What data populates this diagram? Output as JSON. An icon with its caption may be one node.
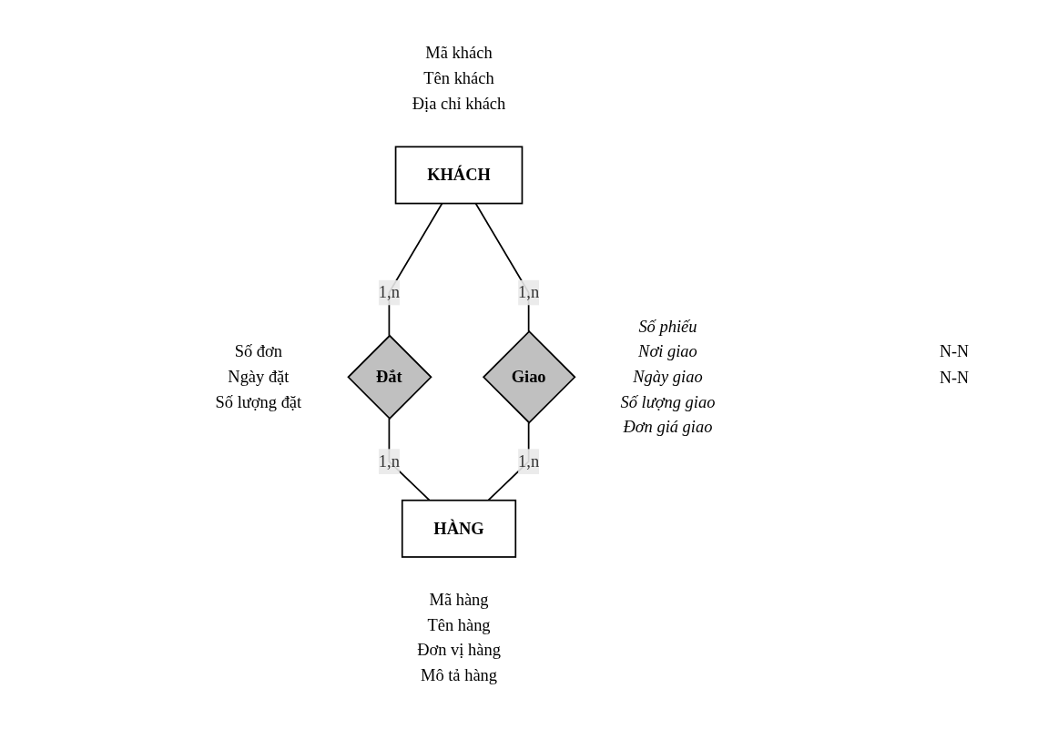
{
  "diagram": {
    "nodes": [
      {
        "text": [
          "KHÁCH"
        ],
        "beside": [
          "Mã khách",
          "Tên khách",
          "Địa chỉ khách"
        ]
      },
      {
        "text": [
          "Đắt"
        ],
        "beside": [
          "Số đơn",
          "Ngày đặt",
          "Số lượng đặt"
        ]
      },
      {
        "text": [
          "Giao"
        ],
        "beside": [
          "Số phiếu",
          "Nơi giao",
          "Ngày giao",
          "Số lượng giao",
          "Đơn giá giao"
        ]
      },
      {
        "text": [
          "HÀNG"
        ],
        "beside": [
          "Mã hàng",
          "Tên hàng",
          "Đơn vị hàng",
          "Mô tả hàng"
        ]
      }
    ],
    "edges": [
      {
        "from": 0,
        "to": 1,
        "arrow": "none",
        "label": "1,n"
      },
      {
        "from": 0,
        "to": 2,
        "arrow": "none",
        "label": "1,n"
      },
      {
        "from": 1,
        "to": 3,
        "arrow": "none",
        "label": "1,n"
      },
      {
        "from": 2,
        "to": 3,
        "arrow": "none",
        "label": "1,n"
      }
    ],
    "labels": [
      "N-N",
      "N-N"
    ]
  }
}
